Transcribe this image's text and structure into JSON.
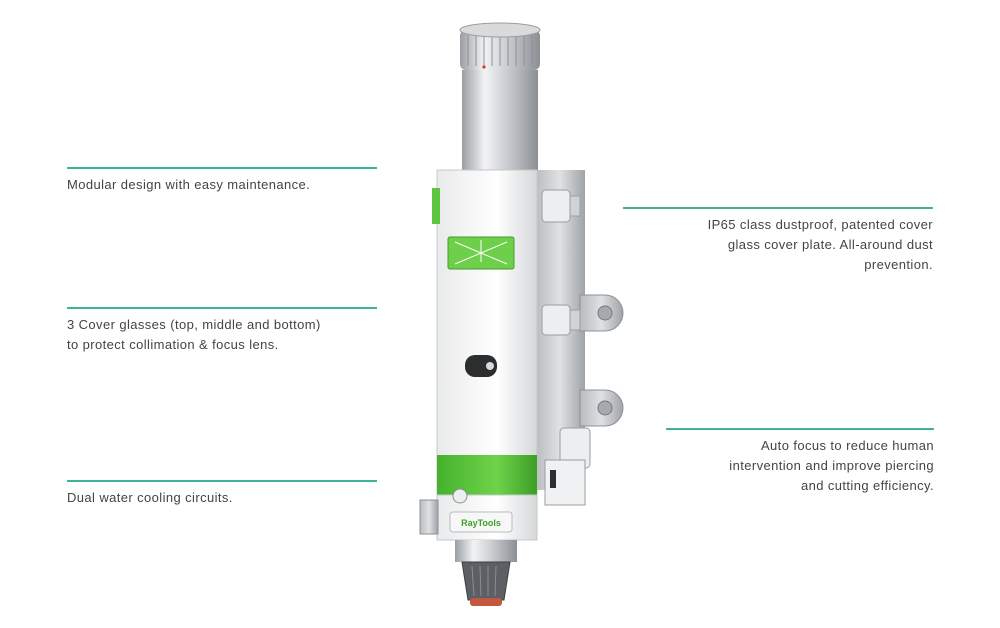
{
  "callouts": {
    "modular": "Modular design with easy maintenance.",
    "cover_glasses": "3 Cover glasses (top, middle and bottom) to protect collimation & focus lens.",
    "cooling": "Dual water cooling circuits.",
    "dustproof": "IP65 class dustproof, patented cover glass cover plate. All-around dust prevention.",
    "autofocus": "Auto focus to reduce human intervention and improve piercing and cutting efficiency."
  },
  "product": {
    "brand_label": "RayTools"
  },
  "colors": {
    "accent_line": "#3fb29a",
    "brand_green": "#5cc63f",
    "text": "#444444"
  }
}
